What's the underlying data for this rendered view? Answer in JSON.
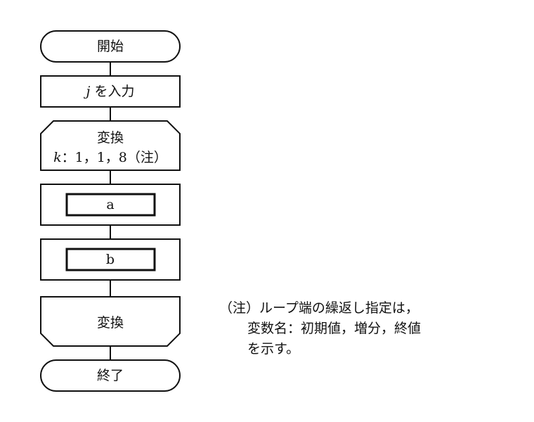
{
  "flowchart": {
    "start": "開始",
    "input_var": "j",
    "input_suffix": "を入力",
    "loop_start_title": "変換",
    "loop_var": "k",
    "loop_params": "：1，1，8（注）",
    "process_a": "a",
    "process_b": "b",
    "loop_end_title": "変換",
    "end": "終了"
  },
  "note": {
    "line1": "（注）ループ端の繰返し指定は，",
    "line2": "変数名：初期値，増分，終値",
    "line3": "を示す。"
  }
}
